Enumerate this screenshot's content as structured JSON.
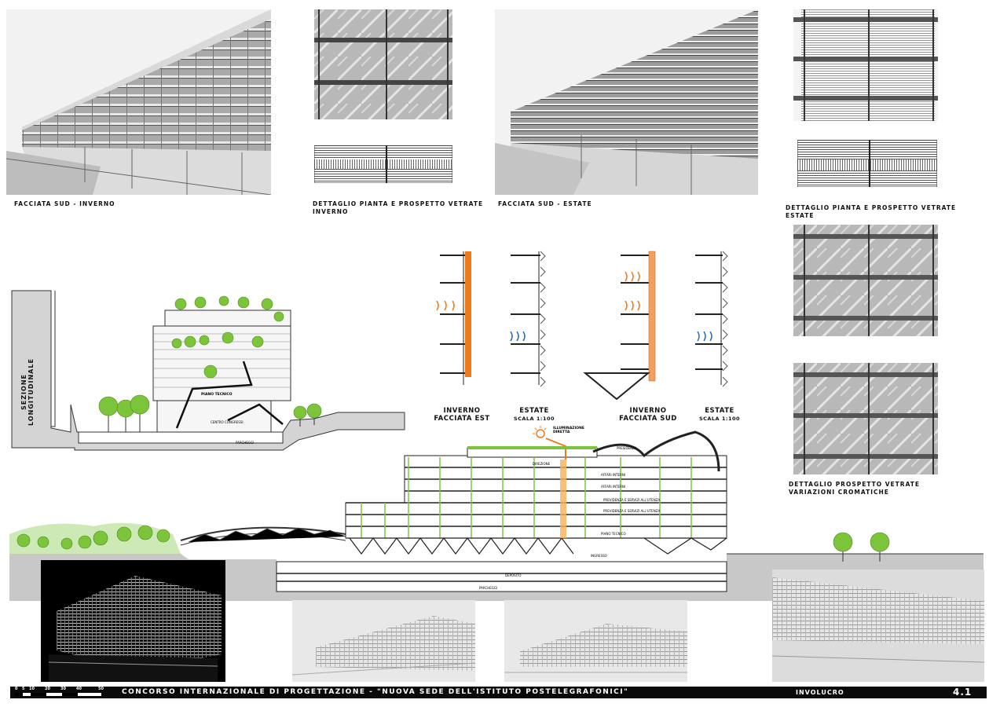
{
  "captions": {
    "facciata_sud_inverno": "FACCIATA SUD - INVERNO",
    "dettaglio_inverno_line1": "DETTAGLIO PIANTA E PROSPETTO VETRATE",
    "dettaglio_inverno_line2": "INVERNO",
    "facciata_sud_estate": "FACCIATA SUD - ESTATE",
    "dettaglio_estate_line1": "DETTAGLIO PIANTA E PROSPETTO VETRATE",
    "dettaglio_estate_line2": "ESTATE",
    "variazioni_line1": "DETTAGLIO PROSPETTO VETRATE",
    "variazioni_line2": "VARIAZIONI CROMATICHE",
    "sezione_longitudinale": "SEZIONE LONGITUDINALE"
  },
  "section_labels": {
    "inverno_est_1": "INVERNO",
    "inverno_est_2": "FACCIATA EST",
    "estate_est_1": "ESTATE",
    "estate_est_2": "SCALA 1:100",
    "inverno_sud_1": "INVERNO",
    "inverno_sud_2": "FACCIATA SUD",
    "estate_sud_1": "ESTATE",
    "estate_sud_2": "SCALA 1:100"
  },
  "small_section": {
    "piano_tecnico": "PIANO TECNICO",
    "centro_congressi": "CENTRO CONGRESSI",
    "parcheggi": "PARCHEGGI"
  },
  "main_section": {
    "illuminazione_1": "ILLUMINAZIONE",
    "illuminazione_2": "DIRETTA",
    "direzione": "DIREZIONE",
    "presidenza": "PRESIDENZA",
    "affari_interni_1": "AFFARI INTERNI",
    "affari_interni_2": "AFFARI INTERNI",
    "previdenza_1": "PREVIDENZA E SERVIZI ALL'UTENZA",
    "previdenza_2": "PREVIDENZA E SERVIZI ALL'UTENZA",
    "piano_tecnico": "PIANO TECNICO",
    "ingresso": "INGRESSO",
    "deposito": "DEPOSITO",
    "parcheggi": "PARCHEGGI"
  },
  "footer": {
    "scale_ticks": [
      "0",
      "5",
      "10",
      "20",
      "30",
      "40",
      "50"
    ],
    "title": "CONCORSO INTERNAZIONALE DI PROGETTAZIONE - \"NUOVA SEDE DELL'ISTITUTO POSTELEGRAFONICI\"",
    "section": "INVOLUCRO",
    "sheet": "4.1"
  },
  "colors": {
    "accent_orange": "#f07a1a",
    "vegetation_green": "#7cc43a",
    "ground_grey": "#c8c8c8",
    "footer_black": "#0a0a0a"
  }
}
